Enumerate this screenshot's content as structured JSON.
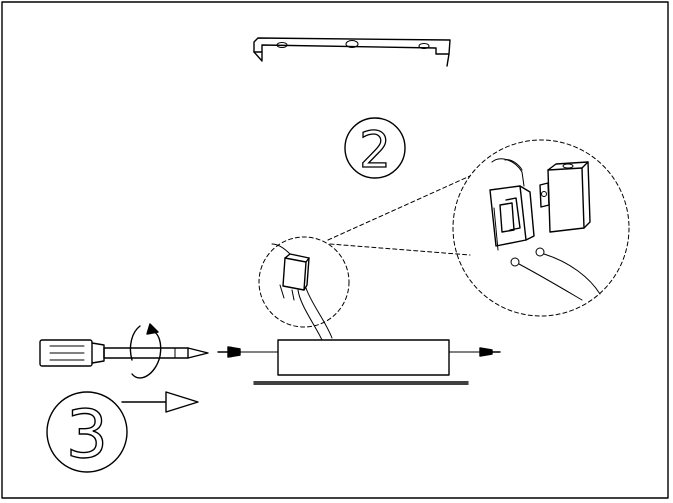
{
  "figure": {
    "step_labels": [
      "2",
      "3"
    ],
    "icons": [
      "mounting-bracket",
      "screwdriver",
      "rotation-arrow",
      "push-direction-arrow",
      "screw",
      "housing-unit",
      "magnifier-callout",
      "sensor-switch"
    ],
    "colors": {
      "line": "#000000",
      "background": "#ffffff",
      "frame": "#000000"
    }
  }
}
